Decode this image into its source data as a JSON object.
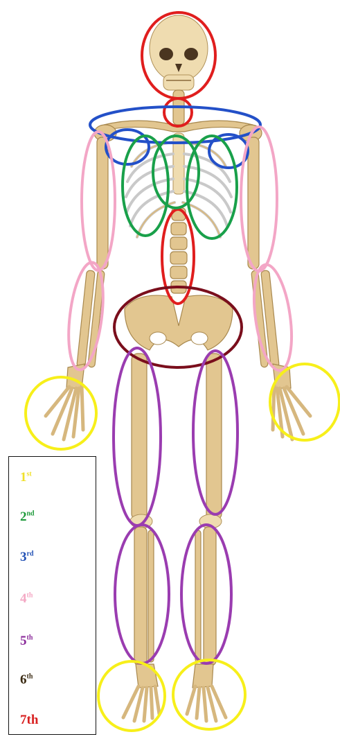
{
  "legend": {
    "items": [
      {
        "num": "1",
        "suffix": "st",
        "color": "#f0e02a"
      },
      {
        "num": "2",
        "suffix": "nd",
        "color": "#1d9a3a"
      },
      {
        "num": "3",
        "suffix": "rd",
        "color": "#1f4fb4"
      },
      {
        "num": "4",
        "suffix": "th",
        "color": "#f4a8c4"
      },
      {
        "num": "5",
        "suffix": "th",
        "color": "#8a2a9a"
      },
      {
        "num": "6",
        "suffix": "th",
        "color": "#3a2a12"
      },
      {
        "num": "7th",
        "suffix": "",
        "color": "#d82020"
      }
    ]
  },
  "colors": {
    "first": "#f7ef1a",
    "second": "#19a04a",
    "third": "#2350c8",
    "fourth": "#f3a6c6",
    "fifth": "#9a3cb0",
    "sixth": "#7a0e1c",
    "seventh": "#e01e1e",
    "bone": "#e2c690"
  }
}
